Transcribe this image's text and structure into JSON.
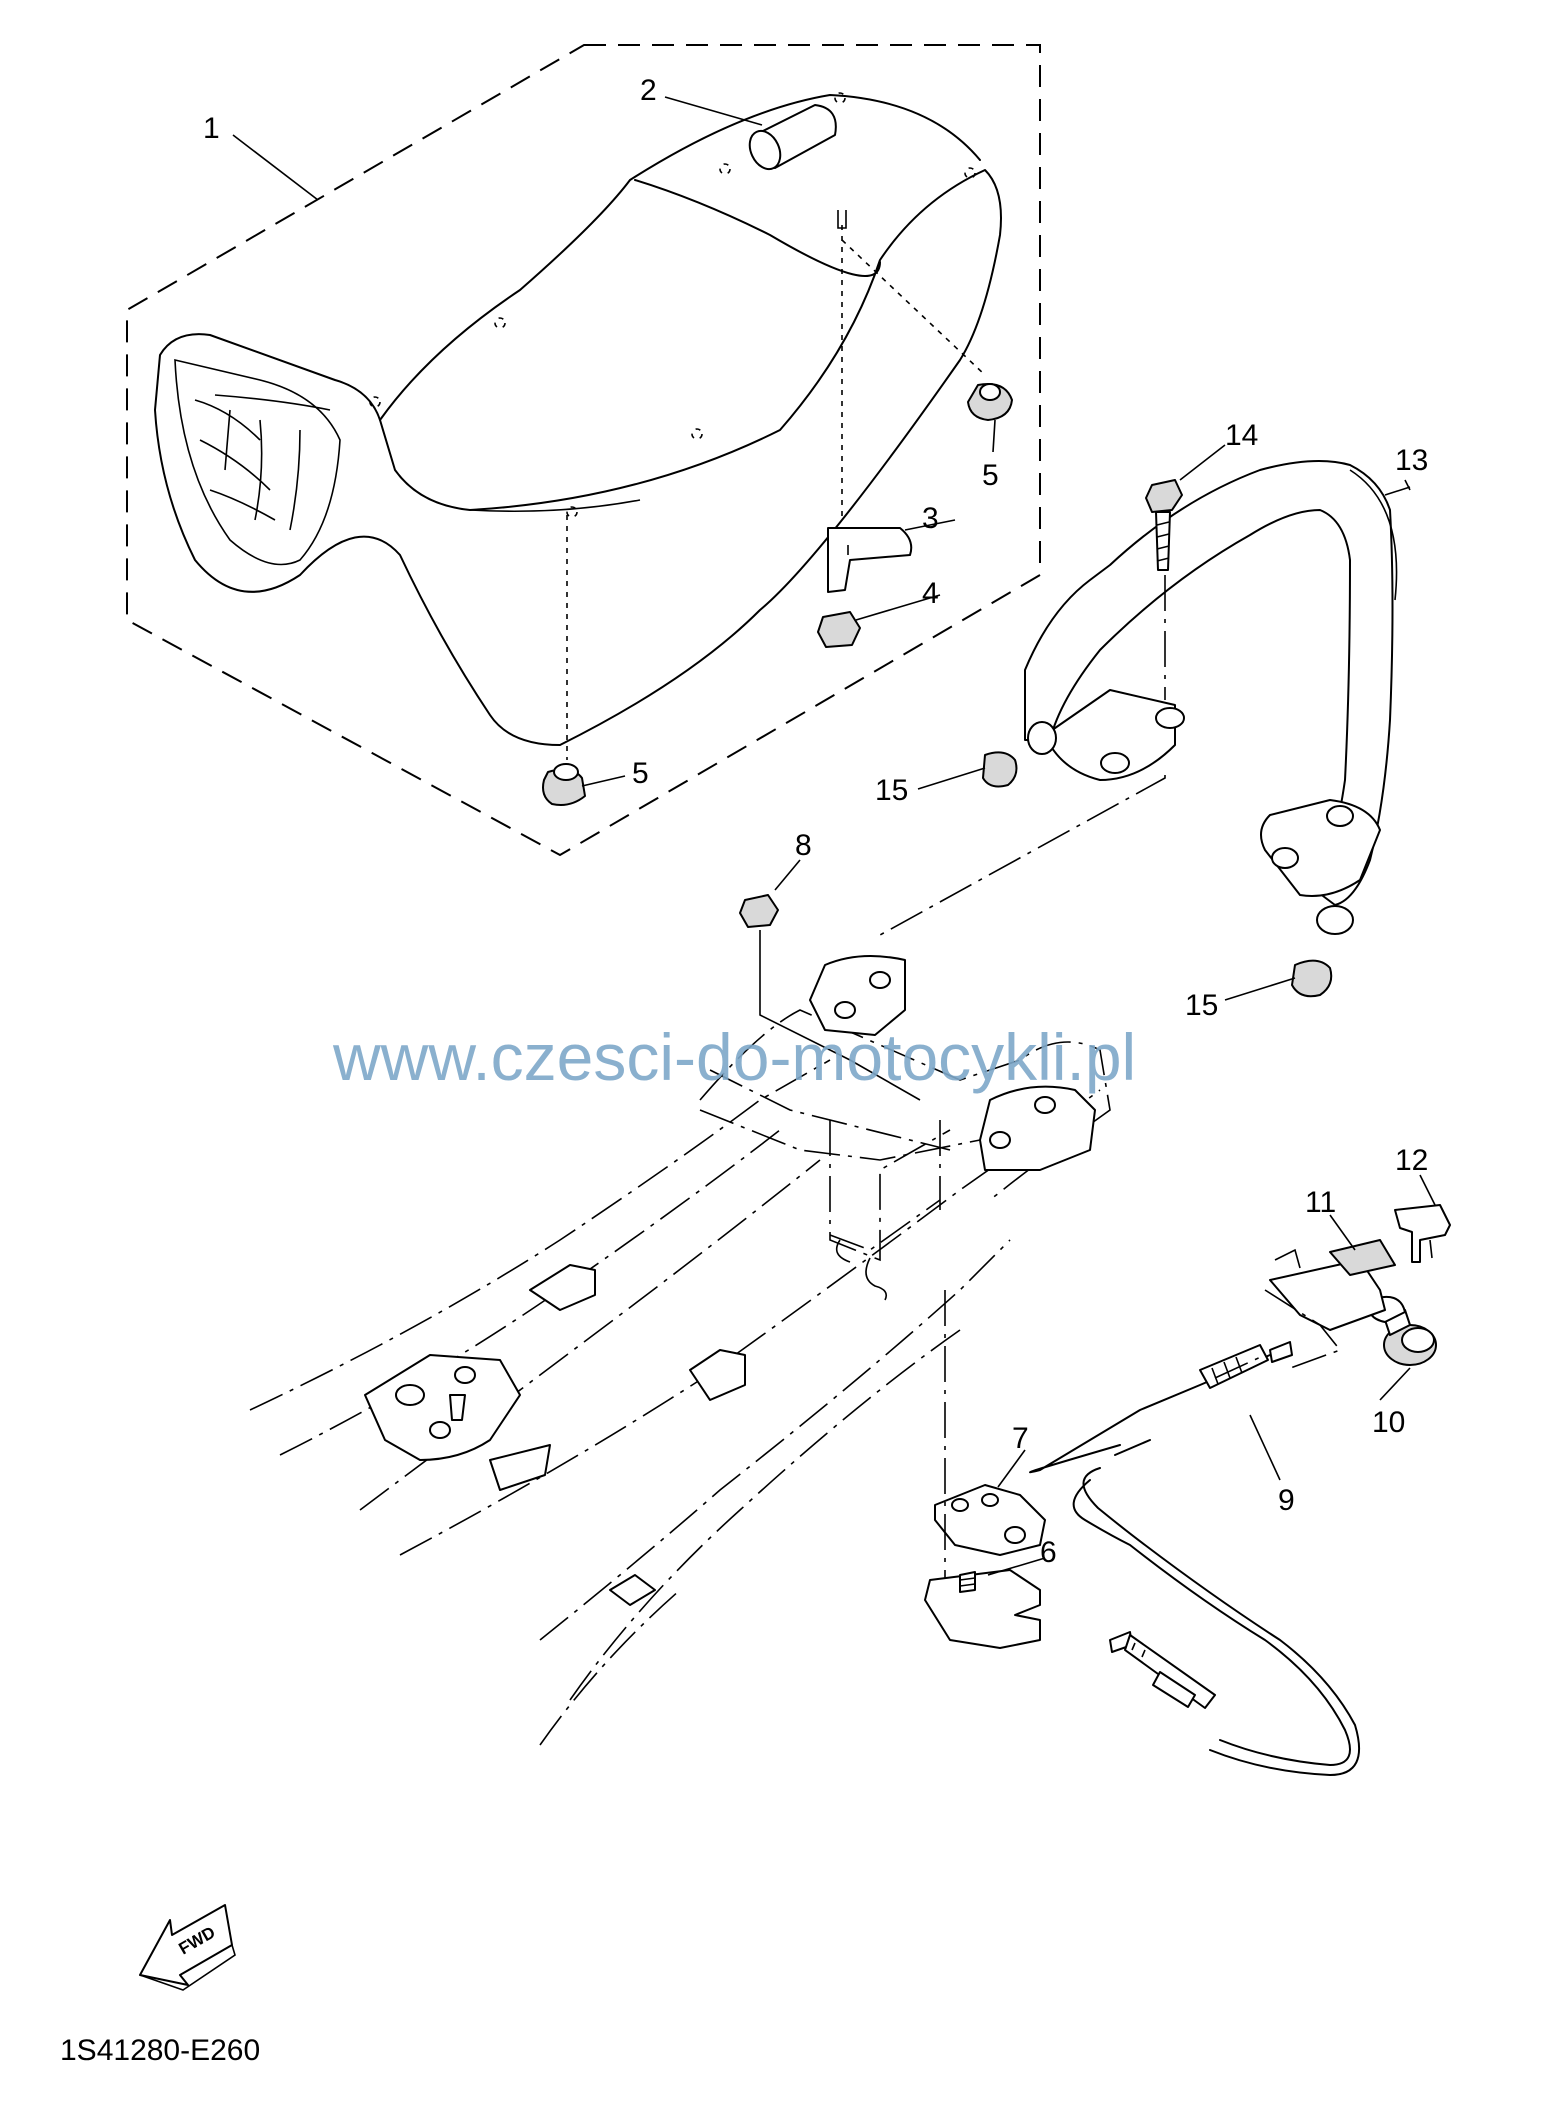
{
  "diagram": {
    "callouts": [
      {
        "id": "1",
        "label": "1"
      },
      {
        "id": "2",
        "label": "2"
      },
      {
        "id": "3",
        "label": "3"
      },
      {
        "id": "4",
        "label": "4"
      },
      {
        "id": "5a",
        "label": "5"
      },
      {
        "id": "5b",
        "label": "5"
      },
      {
        "id": "6",
        "label": "6"
      },
      {
        "id": "7",
        "label": "7"
      },
      {
        "id": "8",
        "label": "8"
      },
      {
        "id": "9",
        "label": "9"
      },
      {
        "id": "10",
        "label": "10"
      },
      {
        "id": "11",
        "label": "11"
      },
      {
        "id": "12",
        "label": "12"
      },
      {
        "id": "13",
        "label": "13"
      },
      {
        "id": "14",
        "label": "14"
      },
      {
        "id": "15a",
        "label": "15"
      },
      {
        "id": "15b",
        "label": "15"
      }
    ],
    "watermark": "www.czesci-do-motocykli.pl",
    "fwd_label": "FWD",
    "drawing_code": "1S41280-E260"
  }
}
